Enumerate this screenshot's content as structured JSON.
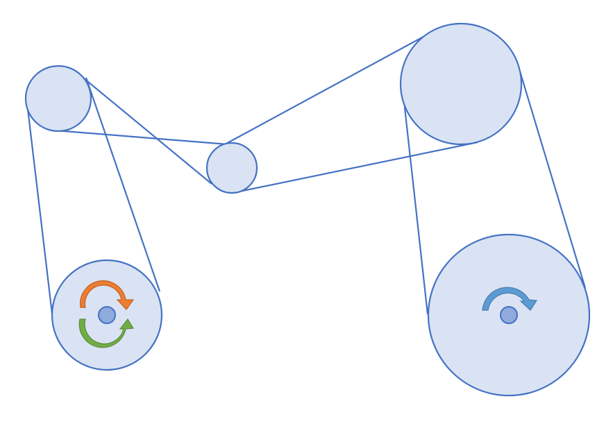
{
  "diagram": {
    "type": "belt-and-pulley",
    "pulleys": [
      {
        "id": "upper-left-pulley",
        "role": "idler"
      },
      {
        "id": "center-pulley",
        "role": "idler"
      },
      {
        "id": "upper-right-pulley",
        "role": "idler"
      },
      {
        "id": "lower-left-pulley",
        "role": "drive",
        "rotation_indicators": [
          "clockwise",
          "counterclockwise"
        ]
      },
      {
        "id": "lower-right-pulley",
        "role": "driven",
        "rotation_indicators": [
          "clockwise"
        ]
      }
    ],
    "belts": [
      {
        "id": "belt-lower-left-upper-left-center",
        "connects": [
          "lower-left-pulley",
          "upper-left-pulley",
          "center-pulley"
        ]
      },
      {
        "id": "belt-center-upper-right-lower-right",
        "connects": [
          "center-pulley",
          "upper-right-pulley",
          "lower-right-pulley"
        ]
      }
    ],
    "colors": {
      "pulley_fill": "#dae3f3",
      "outline": "#4472c4",
      "hub_fill": "#8faadc",
      "arrow_orange": "#ed7d31",
      "arrow_green": "#70ad47",
      "arrow_blue": "#5b9bd5"
    }
  }
}
